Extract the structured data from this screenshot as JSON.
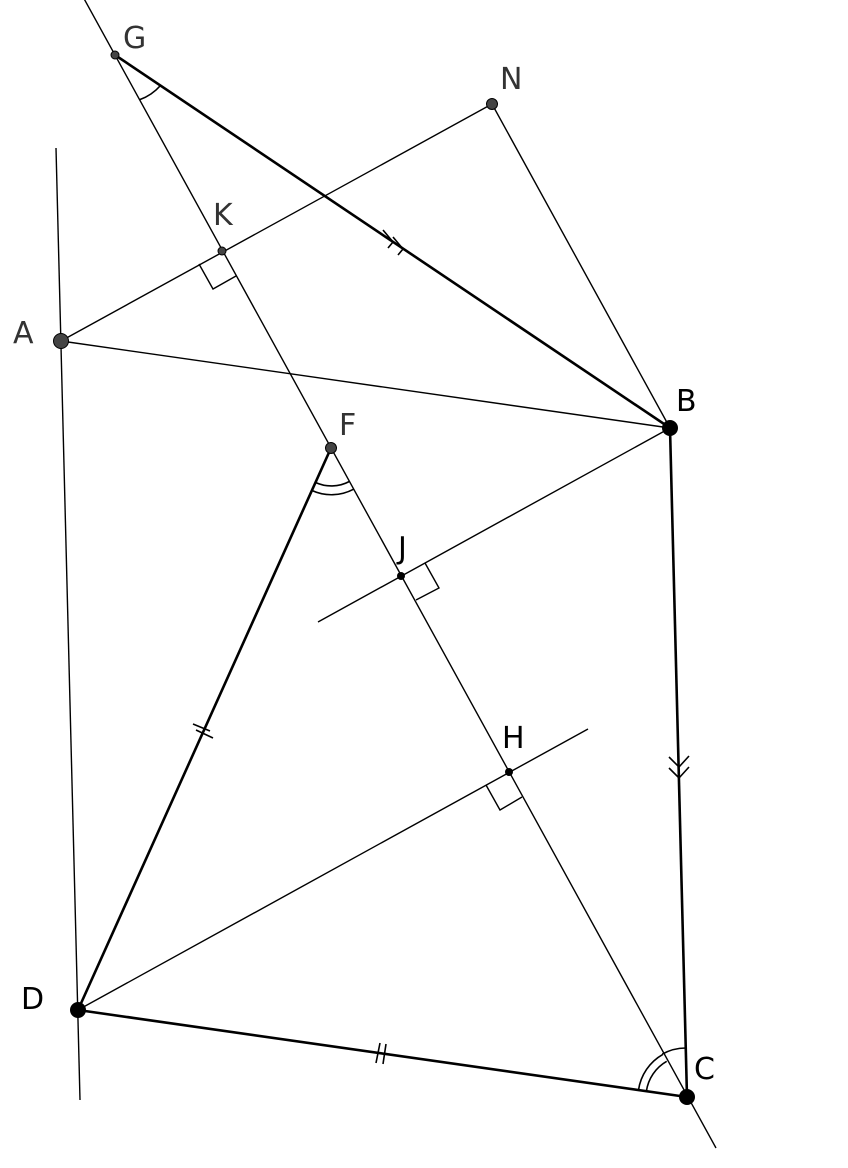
{
  "diagram": {
    "points": {
      "G": "G",
      "N": "N",
      "K": "K",
      "A": "A",
      "B": "B",
      "F": "F",
      "J": "J",
      "H": "H",
      "D": "D",
      "C": "C"
    }
  }
}
